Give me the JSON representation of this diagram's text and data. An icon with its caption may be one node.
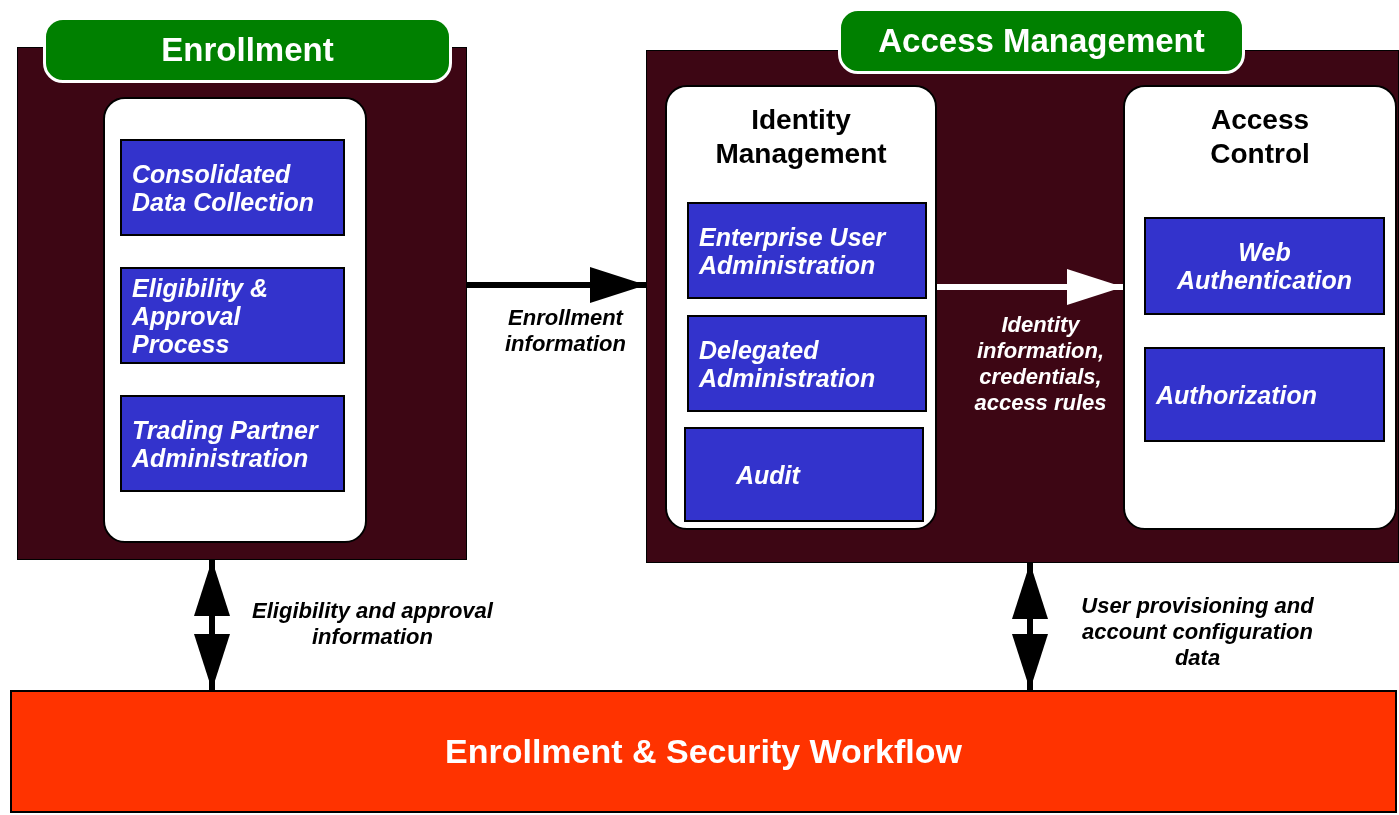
{
  "diagram": {
    "nodes": [
      {
        "text": [
          "Enrollment"
        ]
      },
      {
        "text": [],
        "shape": "box",
        "in": 0
      },
      {
        "text": [
          "Consolidated Data Collection"
        ],
        "in": 1
      },
      {
        "text": [
          "Eligibility & Approval Process"
        ],
        "in": 1
      },
      {
        "text": [
          "Trading Partner Administration"
        ],
        "in": 1
      },
      {
        "text": [
          "Access Management"
        ]
      },
      {
        "text": [
          "Identity Management"
        ],
        "in": 5
      },
      {
        "text": [
          "Enterprise User Administration"
        ],
        "in": 6
      },
      {
        "text": [
          "Delegated Administration"
        ],
        "in": 6
      },
      {
        "text": [
          "Audit"
        ],
        "in": 6
      },
      {
        "text": [
          "Access Control"
        ],
        "in": 5
      },
      {
        "text": [
          "Web Authentication"
        ],
        "in": 10
      },
      {
        "text": [
          "Authorization"
        ],
        "in": 10
      },
      {
        "text": [
          "Enrollment & Security Workflow"
        ]
      }
    ],
    "edges": [
      {
        "from": 0,
        "to": 5,
        "arrow": "to",
        "label": "Enrollment information"
      },
      {
        "from": 6,
        "to": 10,
        "arrow": "to",
        "label": "Identity information, credentials, access rules",
        "color": "#ffffff"
      },
      {
        "from": 0,
        "to": 13,
        "arrow": "both",
        "label": "Eligibility and approval information"
      },
      {
        "from": 5,
        "to": 13,
        "arrow": "both",
        "label": "User provisioning and account configuration data"
      }
    ]
  }
}
